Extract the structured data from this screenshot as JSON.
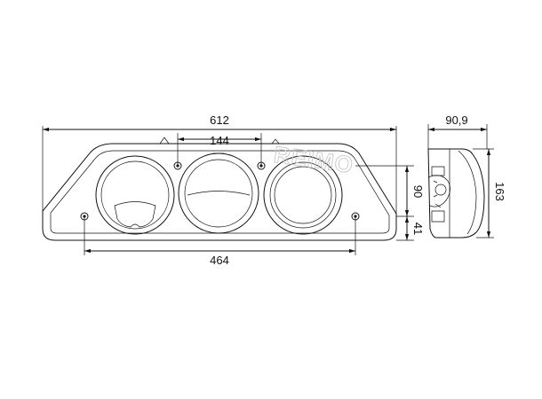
{
  "dimensions": {
    "overall_width": "612",
    "lamp_spacing": "144",
    "mount_spacing": "464",
    "depth": "90,9",
    "height_total": "163",
    "height_upper": "90",
    "height_lower": "41"
  },
  "watermark": "REIMO"
}
